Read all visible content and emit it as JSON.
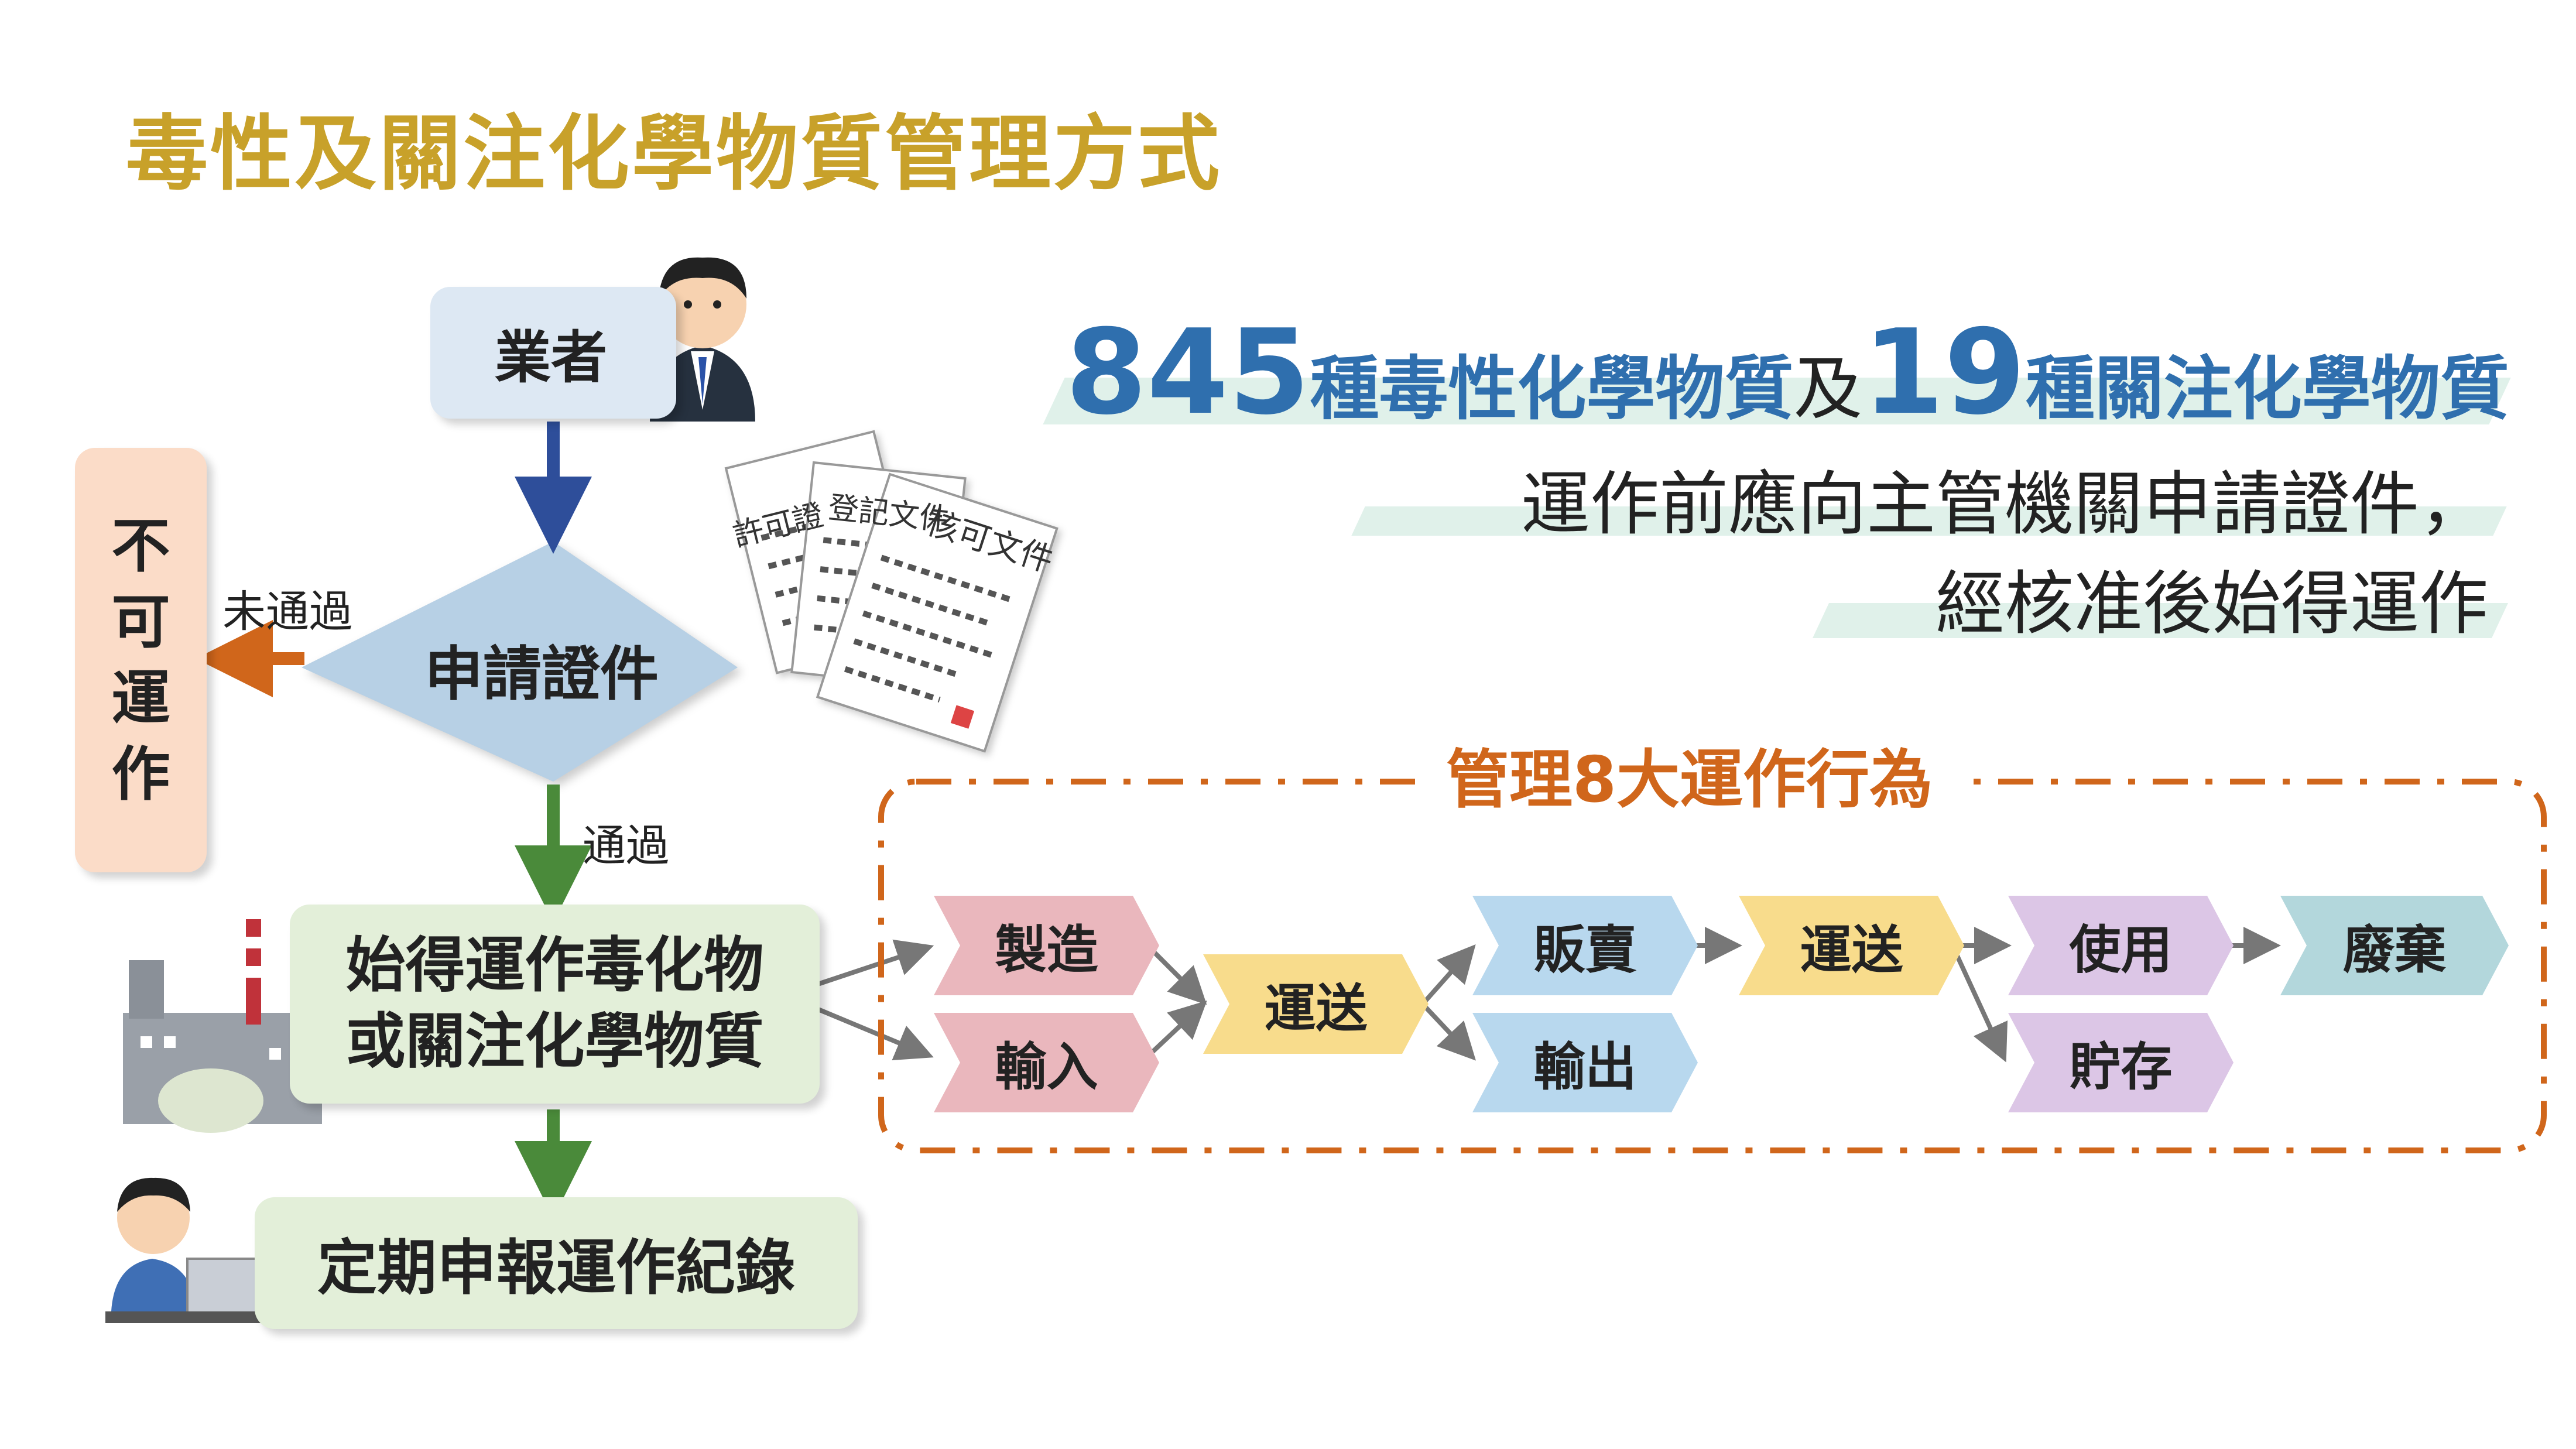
{
  "title": "毒性及關注化學物質管理方式",
  "flow": {
    "operator": "業者",
    "apply": "申請證件",
    "fail_label": "未通過",
    "fail_box": "不\n可\n運\n作",
    "pass_label": "通過",
    "operate_line1": "始得運作毒化物",
    "operate_line2": "或關注化學物質",
    "report": "定期申報運作紀錄",
    "docs": [
      "許可證",
      "登記文件",
      "核可文件"
    ]
  },
  "headline": {
    "count_toxic": "845",
    "toxic_label": "種毒性化學物質",
    "conj": "及",
    "count_concern": "19",
    "concern_label": "種關注化學物質",
    "line2": "運作前應向主管機關申請證件，",
    "line3": "經核准後始得運作"
  },
  "behaviors": {
    "group_title": "管理8大運作行為",
    "make": "製造",
    "import": "輸入",
    "transport1": "運送",
    "sell": "販賣",
    "export": "輸出",
    "transport2": "運送",
    "use": "使用",
    "store": "貯存",
    "dispose": "廢棄"
  },
  "colors": {
    "title": "#c8a12a",
    "headline_blue": "#2f6fae",
    "orange": "#d0661b",
    "arrow_blue": "#2e4e9a",
    "arrow_green": "#4a8a3a"
  }
}
